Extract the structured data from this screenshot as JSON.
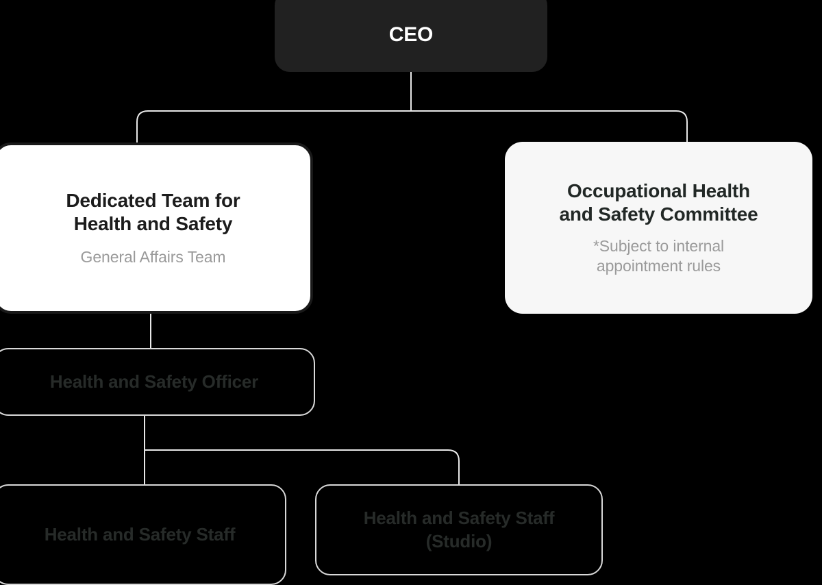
{
  "diagram": {
    "type": "organizational-chart",
    "title": "Health and Safety Organization Chart",
    "background_color": "#000000",
    "colors": {
      "root_fill": "#212121",
      "root_text": "#ffffff",
      "card_white_fill": "#ffffff",
      "card_white_border": "#191919",
      "card_gray_fill": "#f7f7f7",
      "outlined_border": "#d9d9d9",
      "title_text": "#1c1c1c",
      "subtitle_text": "#9a9a9a",
      "connector_line": "#e8e8e8"
    }
  },
  "nodes": {
    "ceo": {
      "title": "CEO",
      "subtitle": "",
      "style": "filled-dark",
      "level": 0
    },
    "dedicated_team": {
      "title": "Dedicated Team for\nHealth and Safety",
      "title_line1": "Dedicated Team for",
      "title_line2": "Health and Safety",
      "subtitle": "General Affairs Team",
      "style": "card-white",
      "level": 1
    },
    "ohs_committee": {
      "title": "Occupational Health\nand Safety Committee",
      "title_line1": "Occupational Health",
      "title_line2": "and Safety Committee",
      "subtitle_line1": "*Subject to internal",
      "subtitle_line2": "appointment rules",
      "subtitle": "*Subject to internal appointment rules",
      "style": "card-gray",
      "level": 1
    },
    "hs_officer": {
      "title": "Health and Safety Officer",
      "subtitle": "",
      "style": "outlined",
      "level": 2
    },
    "hs_staff": {
      "title": "Health and Safety Staff",
      "subtitle": "",
      "style": "outlined",
      "level": 3
    },
    "hs_staff_studio": {
      "title_line1": "Health and Safety Staff",
      "title_line2": "(Studio)",
      "title": "Health and Safety Staff (Studio)",
      "subtitle": "",
      "style": "outlined",
      "level": 3
    }
  },
  "edges": [
    {
      "from": "ceo",
      "to": "dedicated_team"
    },
    {
      "from": "ceo",
      "to": "ohs_committee"
    },
    {
      "from": "dedicated_team",
      "to": "hs_officer"
    },
    {
      "from": "hs_officer",
      "to": "hs_staff"
    },
    {
      "from": "hs_officer",
      "to": "hs_staff_studio"
    }
  ]
}
